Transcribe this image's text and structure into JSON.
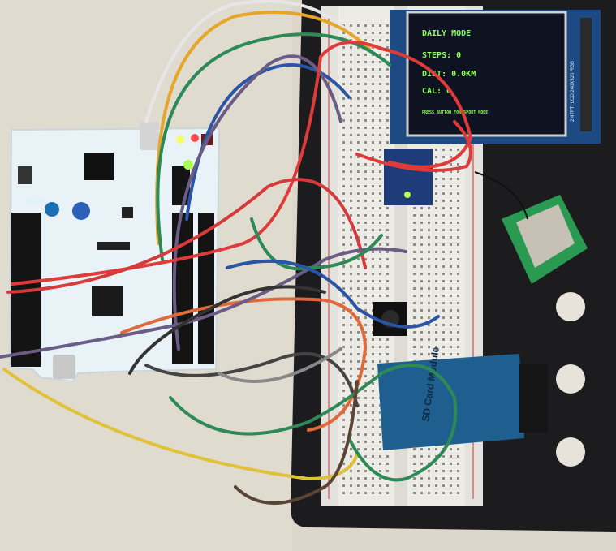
{
  "lcd": {
    "mode": "DAILY MODE",
    "steps": "STEPS: 0",
    "dist": "DIST: 0.0KM",
    "cal": "CAL: 0",
    "hint": "PRESS BUTTON FOR SPORT MODE",
    "side_label": "2.4TFT_LCD 240X320 RGB"
  },
  "sd_module": {
    "label": "SD Card Module"
  },
  "colors": {
    "table": "#dcd6ca",
    "panel": "#1c1c1e",
    "nucleo_pcb": "#e9f2f6",
    "breadboard": "#ecebe6",
    "lcd_screen": "#0f1220",
    "lcd_text": "#8dff5a",
    "sd_pcb": "#1f5f8f",
    "gps_patch": "#2a9a52"
  }
}
